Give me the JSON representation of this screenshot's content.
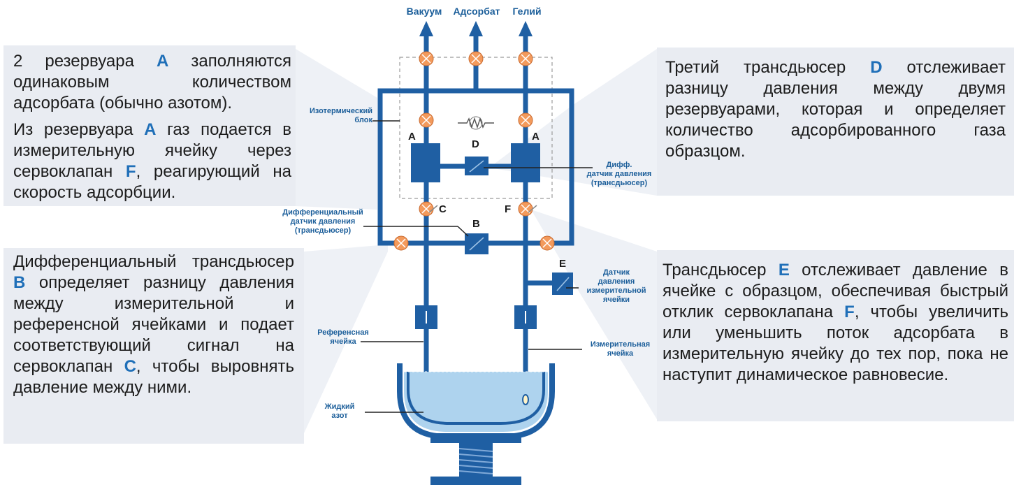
{
  "outputs": {
    "vacuum": "Вакуум",
    "adsorbate": "Адсорбат",
    "helium": "Гелий"
  },
  "labels": {
    "iso_line1": "Изотермический",
    "iso_line2": "блок",
    "diff_d_line1": "Дифф.",
    "diff_d_line2": "датчик давления",
    "diff_d_line3": "(трансдьюсер)",
    "diff_b_line1": "Дифференциальный",
    "diff_b_line2": "датчик давления",
    "diff_b_line3": "(трансдьюсер)",
    "sensor_e_line1": "Датчик",
    "sensor_e_line2": "давления",
    "sensor_e_line3": "измерительной",
    "sensor_e_line4": "ячейки",
    "ref_line1": "Референсная",
    "ref_line2": "ячейка",
    "meas_line1": "Измерительная",
    "meas_line2": "ячейка",
    "ln2_line1": "Жидкий",
    "ln2_line2": "азот"
  },
  "letters": {
    "a_left": "A",
    "a_right": "A",
    "d": "D",
    "c": "C",
    "f": "F",
    "b": "B",
    "e": "E"
  },
  "panel_tl": {
    "p1_a": "2 резервуара ",
    "p1_hl": "A",
    "p1_b": " заполняются одинаковым количеством адсорбата (обычно азотом).",
    "p2_a": "Из резервуара ",
    "p2_hl1": "A",
    "p2_b": " газ подается в измерительную ячейку через сервоклапан ",
    "p2_hl2": "F",
    "p2_c": ", реагирующий на скорость адсорбции."
  },
  "panel_bl": {
    "a": "Дифференциальный трансдьюсер ",
    "hl1": "B",
    "b": " определяет разницу давления между измерительной и референсной ячейками и подает соответствующий сигнал на сервоклапан ",
    "hl2": "C",
    "c": ", чтобы выровнять давление между ними."
  },
  "panel_tr": {
    "a": "Третий трансдьюсер ",
    "hl": "D",
    "b": " отслеживает разницу давления между двумя резервуарами, которая и определяет количество адсорбированного газа образцом."
  },
  "panel_br": {
    "a": "Трансдьюсер ",
    "hl1": "E",
    "b": " отслеживает давление в ячейке с образцом, обеспечивая быстрый отклик сервоклапана ",
    "hl2": "F",
    "c": ", чтобы увеличить или уменьшить поток адсорбата в измерительную ячейку до тех пор, пока не наступит динамическое равновесие."
  },
  "colors": {
    "pipe": "#1f5fa3",
    "valve": "#f39a5c",
    "panel": "#e9ecf2",
    "accent": "#1f6fb8",
    "liquid": "#aed3ee"
  }
}
